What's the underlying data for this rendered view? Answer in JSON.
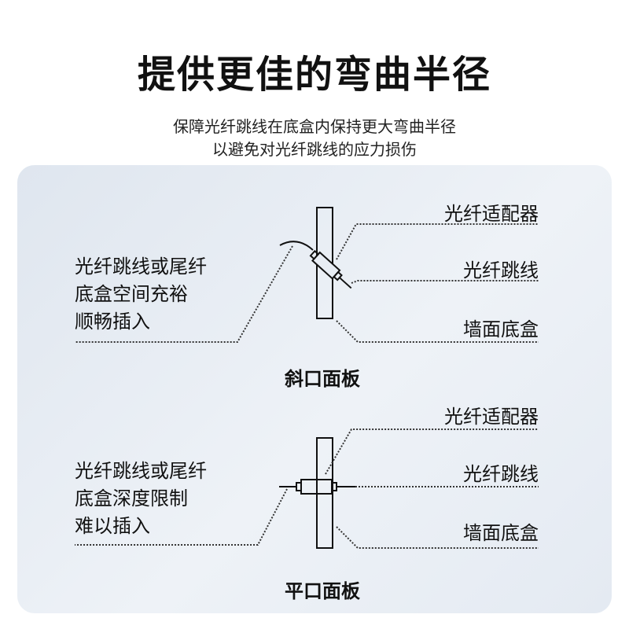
{
  "title": "提供更佳的弯曲半径",
  "subtitle": [
    "保障光纤跳线在底盒内保持更大弯曲半径",
    "以避免对光纤跳线的应力损伤"
  ],
  "angled_panel": {
    "caption": "斜口面板",
    "left_text": [
      "光纤跳线或尾纤",
      "底盒空间充裕",
      "顺畅插入"
    ],
    "labels": [
      "光纤适配器",
      "光纤跳线",
      "墙面底盒"
    ]
  },
  "flat_panel": {
    "caption": "平口面板",
    "left_text": [
      "光纤跳线或尾纤",
      "底盒深度限制",
      "难以插入"
    ],
    "labels": [
      "光纤适配器",
      "光纤跳线",
      "墙面底盒"
    ]
  }
}
